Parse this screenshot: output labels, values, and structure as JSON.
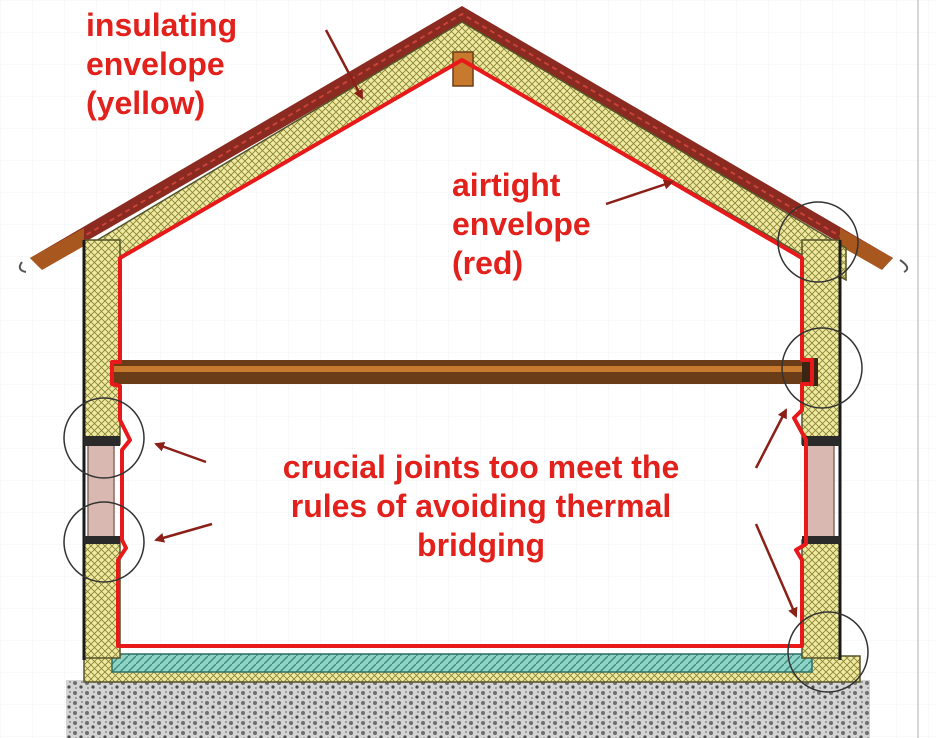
{
  "labels": {
    "insulating": [
      "insulating",
      "envelope",
      "(yellow)"
    ],
    "airtight": [
      "airtight",
      "envelope",
      "(red)"
    ],
    "joints": [
      "crucial joints too meet the",
      "rules of avoiding thermal",
      "bridging"
    ]
  },
  "colors": {
    "label_red": "#e2211c",
    "airtight_line": "#e8191b",
    "insulation_fill": "#efe9a4",
    "insulation_mesh": "#8a8630",
    "roof_tile": "#8b2a20",
    "floor_beam": "#6b3c18",
    "slab": "#8fd3c7",
    "window_frame": "#d8b8b0",
    "gravel": "#b9b9b9",
    "arrow": "#8b2018",
    "circle": "#333333"
  }
}
